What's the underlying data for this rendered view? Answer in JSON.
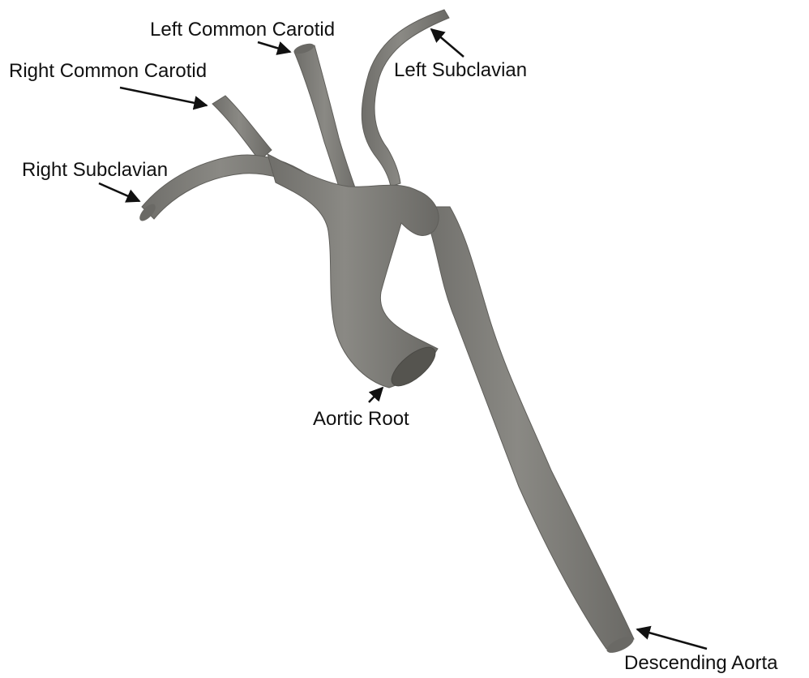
{
  "labels": {
    "left_common_carotid": "Left Common Carotid",
    "right_common_carotid": "Right Common Carotid",
    "left_subclavian": "Left Subclavian",
    "right_subclavian": "Right Subclavian",
    "aortic_root": "Aortic Root",
    "descending_aorta": "Descending Aorta"
  },
  "colors": {
    "vessel": "#7d7c78",
    "vessel_dark": "#5d5c58",
    "vessel_light": "#9a9994",
    "arrow": "#111111",
    "background": "#ffffff"
  }
}
